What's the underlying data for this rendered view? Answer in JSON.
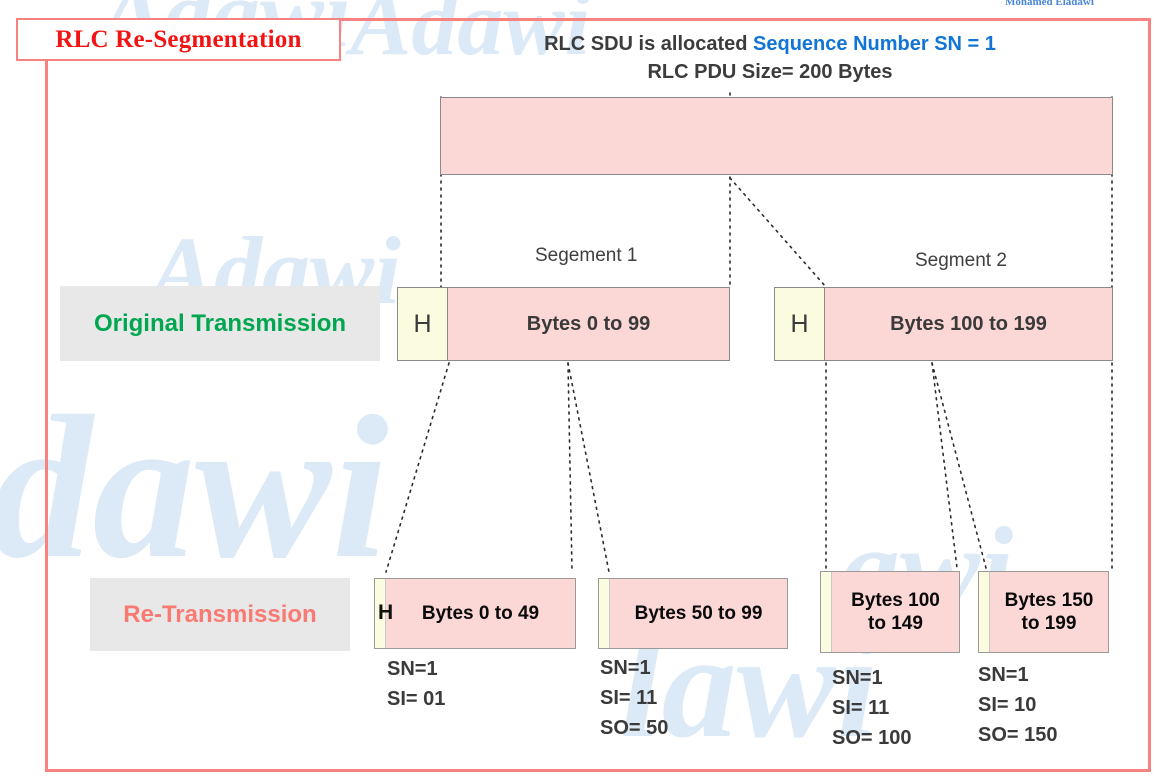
{
  "watermark": {
    "author": "Mohamed Eladawi",
    "marks": [
      "Adawi",
      "Adawi",
      "Adawi",
      "dawi",
      "lawi",
      "awi"
    ]
  },
  "title_box": {
    "label": "RLC Re-Segmentation"
  },
  "header": {
    "line1_prefix": "RLC SDU is allocated ",
    "line1_highlight": "Sequence Number SN = 1",
    "line2": "RLC PDU Size= 200 Bytes",
    "highlight_color": "#1275d6"
  },
  "rows": {
    "original": {
      "label": "Original Transmission",
      "label_color": "#00a650"
    },
    "retransmission": {
      "label": "Re-Transmission",
      "label_color": "#f97a72"
    }
  },
  "segment_captions": [
    {
      "text": "Segement 1"
    },
    {
      "text": "Segment 2"
    }
  ],
  "original_pdus": [
    {
      "header": "H",
      "label": "Bytes 0 to 99"
    },
    {
      "header": "H",
      "label": "Bytes 100 to 199"
    }
  ],
  "retransmission_pdus": [
    {
      "header_mark": "H",
      "label": "Bytes 0 to 49"
    },
    {
      "header_mark": "",
      "label": "Bytes 50 to 99"
    },
    {
      "header_mark": "",
      "label": "Bytes 100\nto 149"
    },
    {
      "header_mark": "",
      "label": "Bytes 150\nto 199"
    }
  ],
  "annotations": [
    {
      "sn": "SN=1",
      "si": "SI= 01",
      "so": ""
    },
    {
      "sn": "SN=1",
      "si": "SI= 11",
      "so": "SO= 50"
    },
    {
      "sn": "SN=1",
      "si": "SI= 11",
      "so": "SO= 100"
    },
    {
      "sn": "SN=1",
      "si": "SI= 10",
      "so": "SO= 150"
    }
  ],
  "colors": {
    "frame": "#f7827f",
    "title_text": "#f21414",
    "pdu_body": "#fbd8d6",
    "pdu_header": "#fbfbdf",
    "row_band": "#e8e8e8",
    "sdu_fill": "#fbd8d6"
  }
}
